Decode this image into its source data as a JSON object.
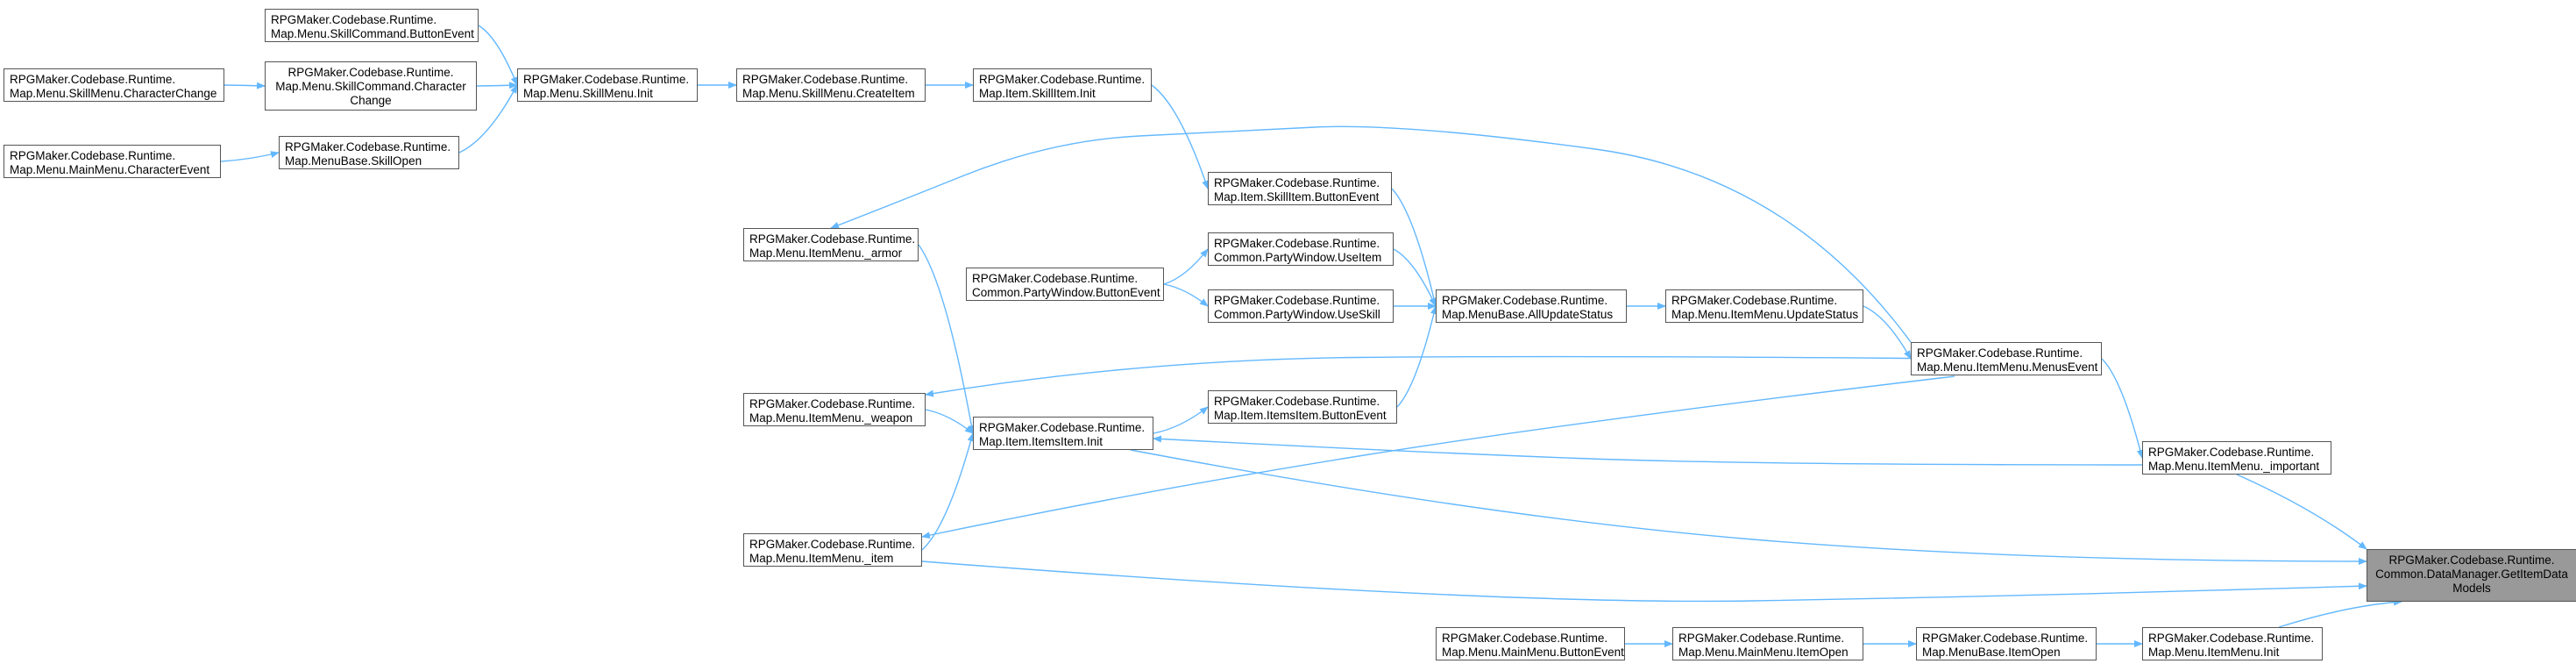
{
  "graph": {
    "edge_color": "#63B8FF",
    "node_border": "#555555",
    "focus_fill": "#999999",
    "nodes": [
      {
        "id": "getitem",
        "lines": [
          "RPGMaker.Codebase.Runtime.",
          "Common.DataManager.GetItemData",
          "Models"
        ],
        "focus": true
      },
      {
        "id": "sc_btn",
        "lines": [
          "RPGMaker.Codebase.Runtime.",
          "Map.Menu.SkillCommand.ButtonEvent"
        ]
      },
      {
        "id": "sm_cc",
        "lines": [
          "RPGMaker.Codebase.Runtime.",
          "Map.Menu.SkillMenu.CharacterChange"
        ]
      },
      {
        "id": "sc_cc",
        "lines": [
          "RPGMaker.Codebase.Runtime.",
          "Map.Menu.SkillCommand.Character",
          "Change"
        ]
      },
      {
        "id": "sm_init",
        "lines": [
          "RPGMaker.Codebase.Runtime.",
          "Map.Menu.SkillMenu.Init"
        ]
      },
      {
        "id": "sm_ci",
        "lines": [
          "RPGMaker.Codebase.Runtime.",
          "Map.Menu.SkillMenu.CreateItem"
        ]
      },
      {
        "id": "si_init",
        "lines": [
          "RPGMaker.Codebase.Runtime.",
          "Map.Item.SkillItem.Init"
        ]
      },
      {
        "id": "mm_ce",
        "lines": [
          "RPGMaker.Codebase.Runtime.",
          "Map.Menu.MainMenu.CharacterEvent"
        ]
      },
      {
        "id": "mb_so",
        "lines": [
          "RPGMaker.Codebase.Runtime.",
          "Map.MenuBase.SkillOpen"
        ]
      },
      {
        "id": "si_btn",
        "lines": [
          "RPGMaker.Codebase.Runtime.",
          "Map.Item.SkillItem.ButtonEvent"
        ]
      },
      {
        "id": "im_armor",
        "lines": [
          "RPGMaker.Codebase.Runtime.",
          "Map.Menu.ItemMenu._armor"
        ]
      },
      {
        "id": "pw_btn",
        "lines": [
          "RPGMaker.Codebase.Runtime.",
          "Common.PartyWindow.ButtonEvent"
        ]
      },
      {
        "id": "pw_ui",
        "lines": [
          "RPGMaker.Codebase.Runtime.",
          "Common.PartyWindow.UseItem"
        ]
      },
      {
        "id": "pw_us",
        "lines": [
          "RPGMaker.Codebase.Runtime.",
          "Common.PartyWindow.UseSkill"
        ]
      },
      {
        "id": "mb_aus",
        "lines": [
          "RPGMaker.Codebase.Runtime.",
          "Map.MenuBase.AllUpdateStatus"
        ]
      },
      {
        "id": "im_us",
        "lines": [
          "RPGMaker.Codebase.Runtime.",
          "Map.Menu.ItemMenu.UpdateStatus"
        ]
      },
      {
        "id": "im_me",
        "lines": [
          "RPGMaker.Codebase.Runtime.",
          "Map.Menu.ItemMenu.MenusEvent"
        ]
      },
      {
        "id": "im_weapon",
        "lines": [
          "RPGMaker.Codebase.Runtime.",
          "Map.Menu.ItemMenu._weapon"
        ]
      },
      {
        "id": "isi_init",
        "lines": [
          "RPGMaker.Codebase.Runtime.",
          "Map.Item.ItemsItem.Init"
        ]
      },
      {
        "id": "isi_btn",
        "lines": [
          "RPGMaker.Codebase.Runtime.",
          "Map.Item.ItemsItem.ButtonEvent"
        ]
      },
      {
        "id": "im_imp",
        "lines": [
          "RPGMaker.Codebase.Runtime.",
          "Map.Menu.ItemMenu._important"
        ]
      },
      {
        "id": "im_item",
        "lines": [
          "RPGMaker.Codebase.Runtime.",
          "Map.Menu.ItemMenu._item"
        ]
      },
      {
        "id": "mm_btn",
        "lines": [
          "RPGMaker.Codebase.Runtime.",
          "Map.Menu.MainMenu.ButtonEvent"
        ]
      },
      {
        "id": "mm_io",
        "lines": [
          "RPGMaker.Codebase.Runtime.",
          "Map.Menu.MainMenu.ItemOpen"
        ]
      },
      {
        "id": "mb_io",
        "lines": [
          "RPGMaker.Codebase.Runtime.",
          "Map.MenuBase.ItemOpen"
        ]
      },
      {
        "id": "im_init",
        "lines": [
          "RPGMaker.Codebase.Runtime.",
          "Map.Menu.ItemMenu.Init"
        ]
      }
    ],
    "edges": [
      {
        "from": "sc_btn",
        "to": "sm_init"
      },
      {
        "from": "sc_cc",
        "to": "sm_init"
      },
      {
        "from": "mb_so",
        "to": "sm_init"
      },
      {
        "from": "sm_cc",
        "to": "sc_cc"
      },
      {
        "from": "mm_ce",
        "to": "mb_so"
      },
      {
        "from": "sm_init",
        "to": "sm_ci"
      },
      {
        "from": "sm_ci",
        "to": "si_init"
      },
      {
        "from": "si_init",
        "to": "si_btn"
      },
      {
        "from": "si_btn",
        "to": "mb_aus"
      },
      {
        "from": "pw_ui",
        "to": "mb_aus"
      },
      {
        "from": "pw_us",
        "to": "mb_aus"
      },
      {
        "from": "isi_btn",
        "to": "mb_aus"
      },
      {
        "from": "pw_btn",
        "to": "pw_ui"
      },
      {
        "from": "pw_btn",
        "to": "pw_us"
      },
      {
        "from": "mb_aus",
        "to": "im_us"
      },
      {
        "from": "im_us",
        "to": "im_me"
      },
      {
        "from": "im_me",
        "to": "im_armor"
      },
      {
        "from": "im_me",
        "to": "im_weapon"
      },
      {
        "from": "im_me",
        "to": "im_item"
      },
      {
        "from": "im_me",
        "to": "im_imp"
      },
      {
        "from": "im_armor",
        "to": "isi_init"
      },
      {
        "from": "im_weapon",
        "to": "isi_init"
      },
      {
        "from": "im_item",
        "to": "isi_init"
      },
      {
        "from": "im_imp",
        "to": "isi_init"
      },
      {
        "from": "isi_init",
        "to": "isi_btn"
      },
      {
        "from": "isi_init",
        "to": "getitem"
      },
      {
        "from": "im_item",
        "to": "getitem"
      },
      {
        "from": "im_imp",
        "to": "getitem"
      },
      {
        "from": "im_init",
        "to": "getitem"
      },
      {
        "from": "mm_btn",
        "to": "mm_io"
      },
      {
        "from": "mm_io",
        "to": "mb_io"
      },
      {
        "from": "mb_io",
        "to": "im_init"
      }
    ]
  }
}
